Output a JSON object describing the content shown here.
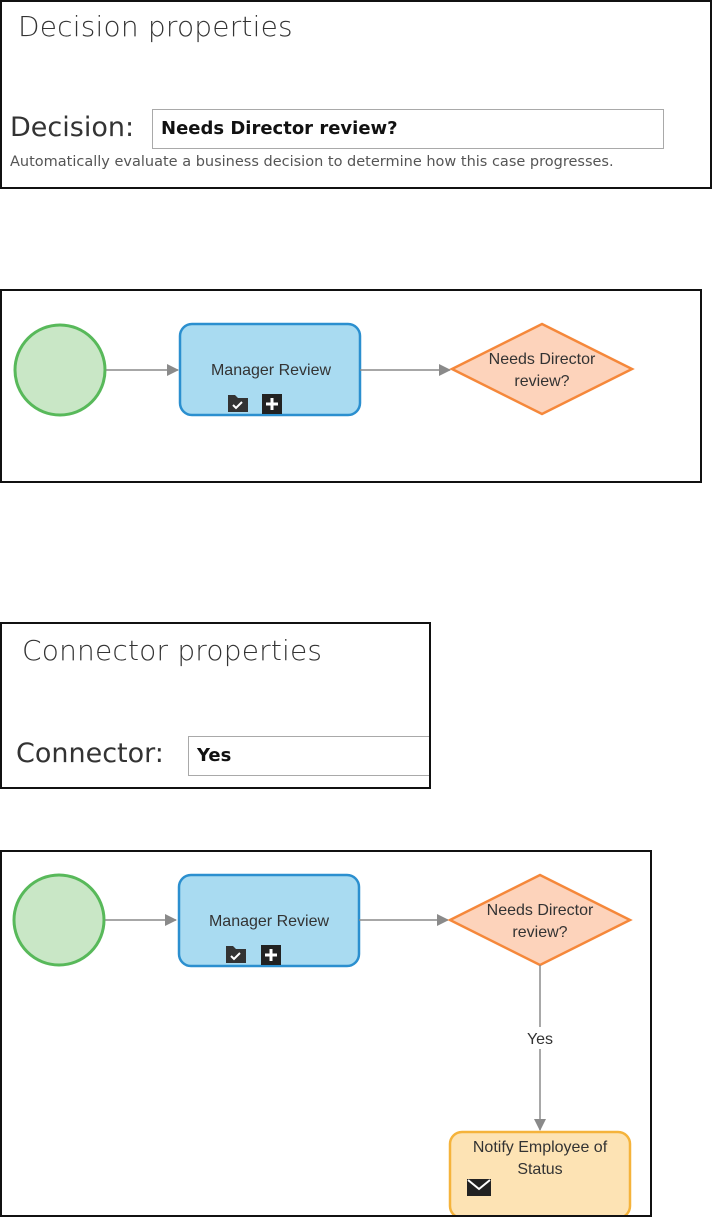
{
  "decision_panel": {
    "title": "Decision properties",
    "field_label": "Decision:",
    "field_value": "Needs Director review?",
    "help_text": "Automatically evaluate a business decision to determine how this case progresses."
  },
  "flow1": {
    "assignment_label": "Manager Review",
    "decision_line1": "Needs Director",
    "decision_line2": "review?"
  },
  "connector_panel": {
    "title": "Connector properties",
    "field_label": "Connector:",
    "field_value": "Yes"
  },
  "flow2": {
    "assignment_label": "Manager Review",
    "decision_line1": "Needs Director",
    "decision_line2": "review?",
    "connector_label": "Yes",
    "notify_line1": "Notify Employee of",
    "notify_line2": "Status"
  },
  "colors": {
    "start_fill": "#c9e7c6",
    "start_stroke": "#58b95a",
    "assignment_fill": "#a9dbf1",
    "assignment_stroke": "#2b8fcf",
    "decision_fill": "#fdd3bb",
    "decision_stroke": "#f5883b",
    "notify_fill": "#fde3b4",
    "notify_stroke": "#f5b33b",
    "connector": "#8a8a8a"
  },
  "icons": [
    "folder-check-icon",
    "plus-icon",
    "envelope-icon"
  ]
}
